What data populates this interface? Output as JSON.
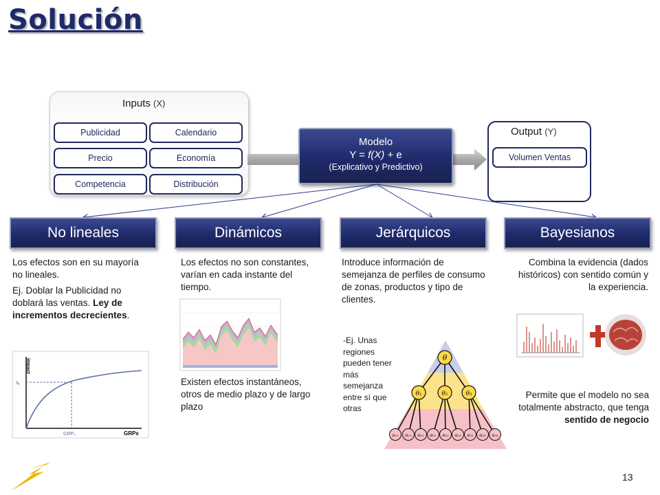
{
  "slide": {
    "title": "Solución",
    "page_number": "13"
  },
  "inputs": {
    "title": "Inputs",
    "title_paren": "(X)",
    "items": [
      "Publicidad",
      "Calendario",
      "Precio",
      "Economía",
      "Competencia",
      "Distribución"
    ]
  },
  "output": {
    "title": "Output",
    "title_paren": "(Y)",
    "item": "Volumen Ventas"
  },
  "model": {
    "line1": "Modelo",
    "line2_prefix": "Y = ",
    "line2_func": "f(X)",
    "line2_suffix": " + e",
    "line3": "(Explicativo y Predictivo)"
  },
  "categories": [
    {
      "title": "No lineales",
      "text1": "Los efectos son en su mayoría no lineales.",
      "text2_a": "Ej. Doblar la Publicidad no doblará las ventas. ",
      "text2_b": "Ley de incrementos decrecientes",
      "text2_c": "."
    },
    {
      "title": "Dinámicos",
      "text1": "Los efectos no son constantes, varían en cada instante del tiempo.",
      "text2": "Existen efectos instantáneos, otros de medio plazo y de largo plazo"
    },
    {
      "title": "Jerárquicos",
      "text1": "Introduce información de semejanza de perfiles de consumo de zonas, productos y tipo de clientes.",
      "text2": "-Ej. Unas regiones pueden tener más semejanza entre sí que otras"
    },
    {
      "title": "Bayesianos",
      "text1": "Combina la evidencia (dados históricos) con sentido común y la experiencia.",
      "text2_a": "Permite que el modelo no sea totalmente abstracto, que tenga ",
      "text2_b": "sentido de negocio"
    }
  ],
  "curve_chart": {
    "ylabel": "impact",
    "xlabel": "GRPs",
    "y_marker": "I₀",
    "x_marker": "GRP₀"
  },
  "hierarchy": {
    "top": "θ",
    "middle": [
      "θ₁",
      "θ₂",
      "θ₃"
    ],
    "bottom": [
      "α₁₁",
      "α₁₂",
      "α₁₃",
      "α₂₁",
      "α₂₂",
      "α₂₃",
      "α₃₁",
      "α₃₂",
      "α₃₃"
    ]
  },
  "colors": {
    "navy": "#1f2a6b",
    "pill_border": "#20285e",
    "logo": "#f0b400"
  }
}
